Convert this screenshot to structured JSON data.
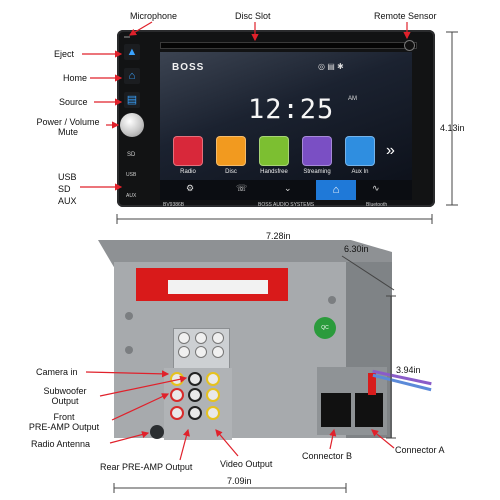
{
  "front_callouts": {
    "microphone": "Microphone",
    "disc_slot": "Disc Slot",
    "remote_sensor": "Remote Sensor",
    "eject": "Eject",
    "home": "Home",
    "source": "Source",
    "power_volume_mute": "Power / Volume\nMute",
    "usb": "USB",
    "sd": "SD",
    "aux": "AUX"
  },
  "front_dimensions": {
    "width": "7.28in",
    "height": "4.13in"
  },
  "screen": {
    "brand": "BOSS",
    "time": "12:25",
    "ampm": "AM",
    "apps": [
      {
        "label": "Radio",
        "color": "#d8283a"
      },
      {
        "label": "Disc",
        "color": "#f29a1f"
      },
      {
        "label": "Handsfree",
        "color": "#7cbf31"
      },
      {
        "label": "Streaming",
        "color": "#7a4fc4"
      },
      {
        "label": "Aux In",
        "color": "#2f8ee0"
      }
    ],
    "next_icon": "chevron-right-icon"
  },
  "faceplate_text": {
    "model": "BV9386B",
    "brand_line": "BOSS AUDIO SYSTEMS",
    "bluetooth": "Bluetooth",
    "usb_port": "USB",
    "sd_port": "SD",
    "aux_port": "AUX"
  },
  "rear_callouts": {
    "camera_in": "Camera in",
    "subwoofer_output": "Subwoofer\nOutput",
    "front_preamp": "Front\nPRE-AMP Output",
    "radio_antenna": "Radio Antenna",
    "rear_preamp": "Rear PRE-AMP Output",
    "video_output": "Video Output",
    "connector_b": "Connector B",
    "connector_a": "Connector A"
  },
  "rear_dimensions": {
    "depth": "6.30in",
    "height": "3.94in",
    "width": "7.09in"
  },
  "colors": {
    "arrow": "#e0212b",
    "home_highlight": "#1f79d8"
  }
}
